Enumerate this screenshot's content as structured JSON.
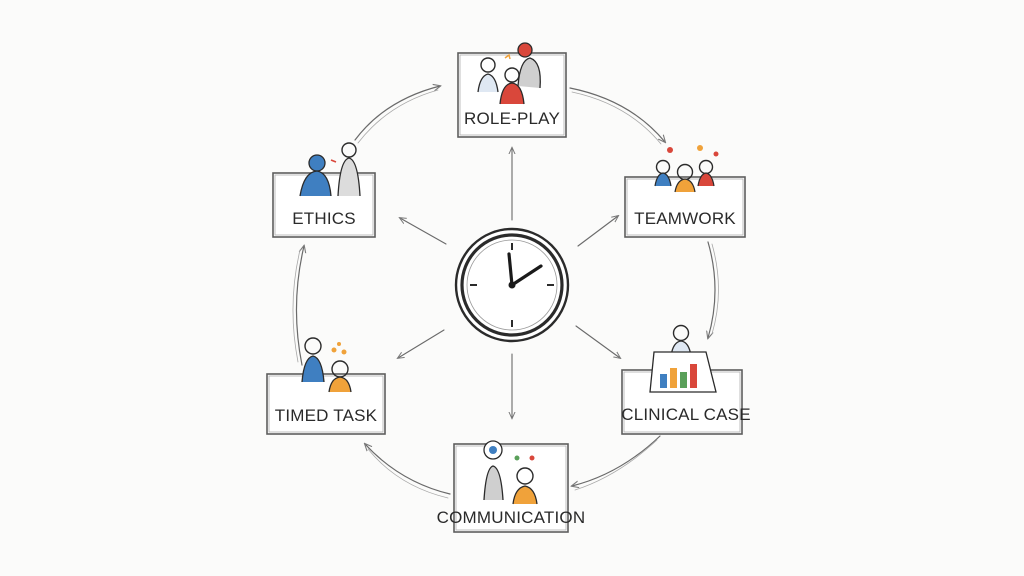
{
  "diagram": {
    "center": {
      "icon": "clock-icon"
    },
    "nodes": [
      {
        "id": "role-play",
        "label": "ROLE-PLAY",
        "icon": "roleplay-people-icon"
      },
      {
        "id": "teamwork",
        "label": "TEAMWORK",
        "icon": "team-group-icon"
      },
      {
        "id": "clinical-case",
        "label": "CLINICAL CASE",
        "icon": "clinical-chart-icon"
      },
      {
        "id": "communication",
        "label": "COMMUNICATION",
        "icon": "conversation-icon"
      },
      {
        "id": "timed-task",
        "label": "TIMED TASK",
        "icon": "task-people-icon"
      },
      {
        "id": "ethics",
        "label": "ETHICS",
        "icon": "discussion-people-icon"
      }
    ]
  },
  "colors": {
    "ink": "#2b2b2b",
    "pencil": "#6a6a6a",
    "accent_red": "#d9473b",
    "accent_blue": "#3f7fc1",
    "accent_orange": "#f0a23a",
    "accent_green": "#5aa05a"
  }
}
